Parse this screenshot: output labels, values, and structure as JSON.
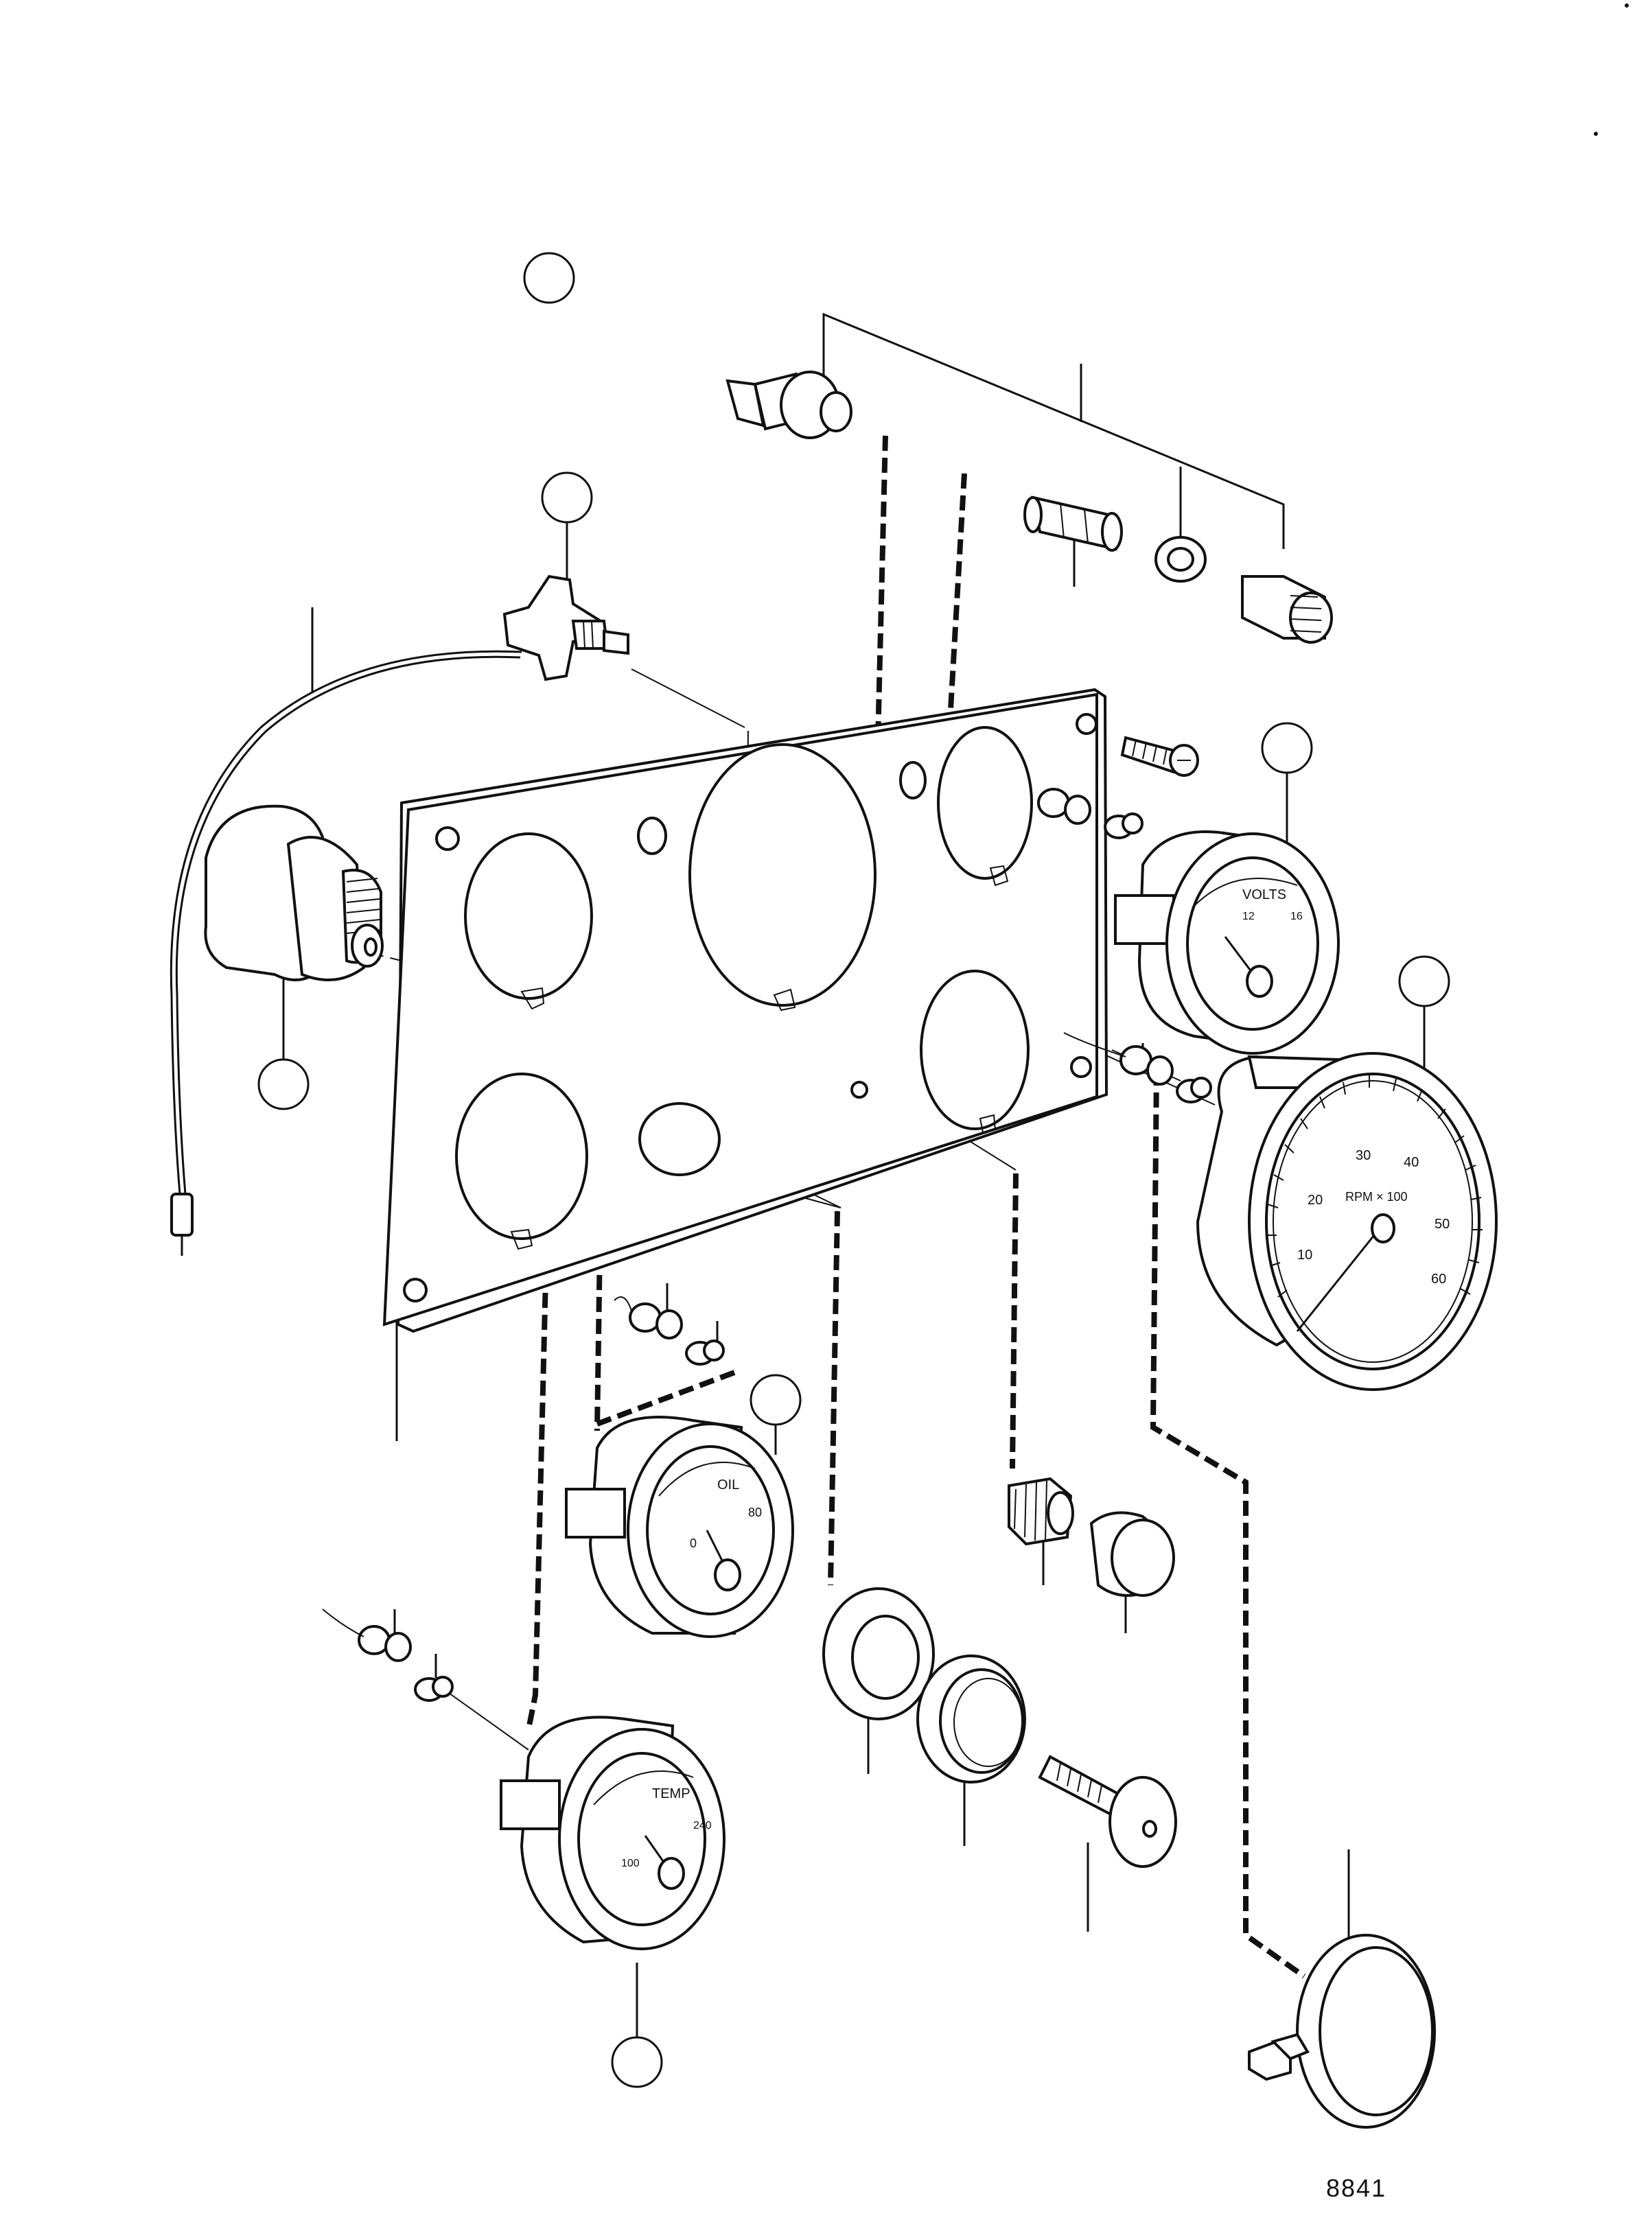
{
  "figure": {
    "number": "8841"
  },
  "gauges": {
    "voltmeter": {
      "label": "VOLTS",
      "ticks": [
        "12",
        "16"
      ]
    },
    "tachometer": {
      "label": "RPM × 100",
      "ticks": [
        "10",
        "20",
        "30",
        "40",
        "50",
        "60"
      ]
    },
    "oil_pressure": {
      "label": "OIL",
      "ticks": [
        "0",
        "80"
      ]
    },
    "temperature": {
      "label": "TEMP",
      "ticks": [
        "100",
        "240"
      ]
    }
  }
}
